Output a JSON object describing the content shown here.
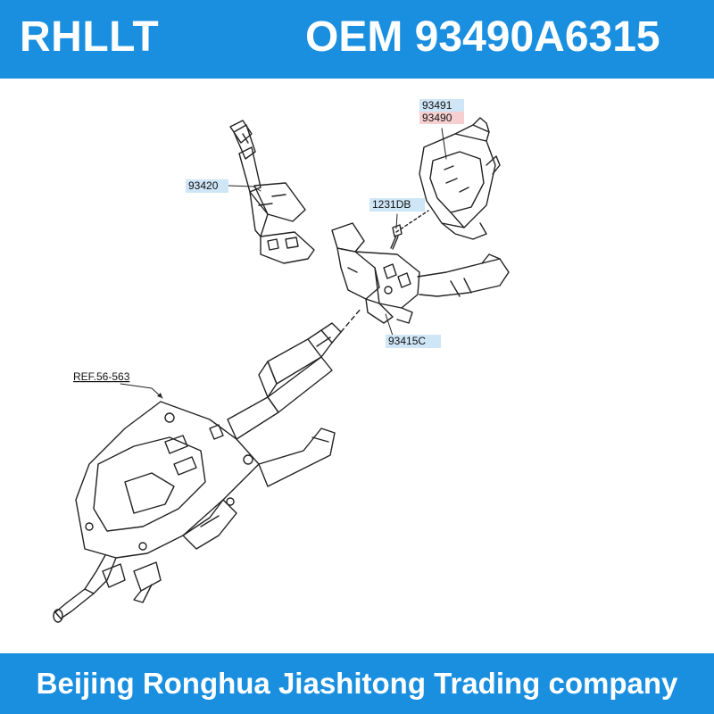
{
  "header": {
    "brand": "RHLLT",
    "oem": "OEM 93490A6315"
  },
  "diagram": {
    "part_labels": [
      "93491",
      "93490",
      "93420",
      "1231DB",
      "93415C",
      "REF.56-563"
    ]
  },
  "footer": {
    "company": "Beijing Ronghua Jiashitong Trading company"
  },
  "colors": {
    "banner": "#1a8fe0",
    "label_highlight_blue": "#cfe6f7",
    "label_highlight_red": "#f6d0d0",
    "line_art": "#222222"
  }
}
